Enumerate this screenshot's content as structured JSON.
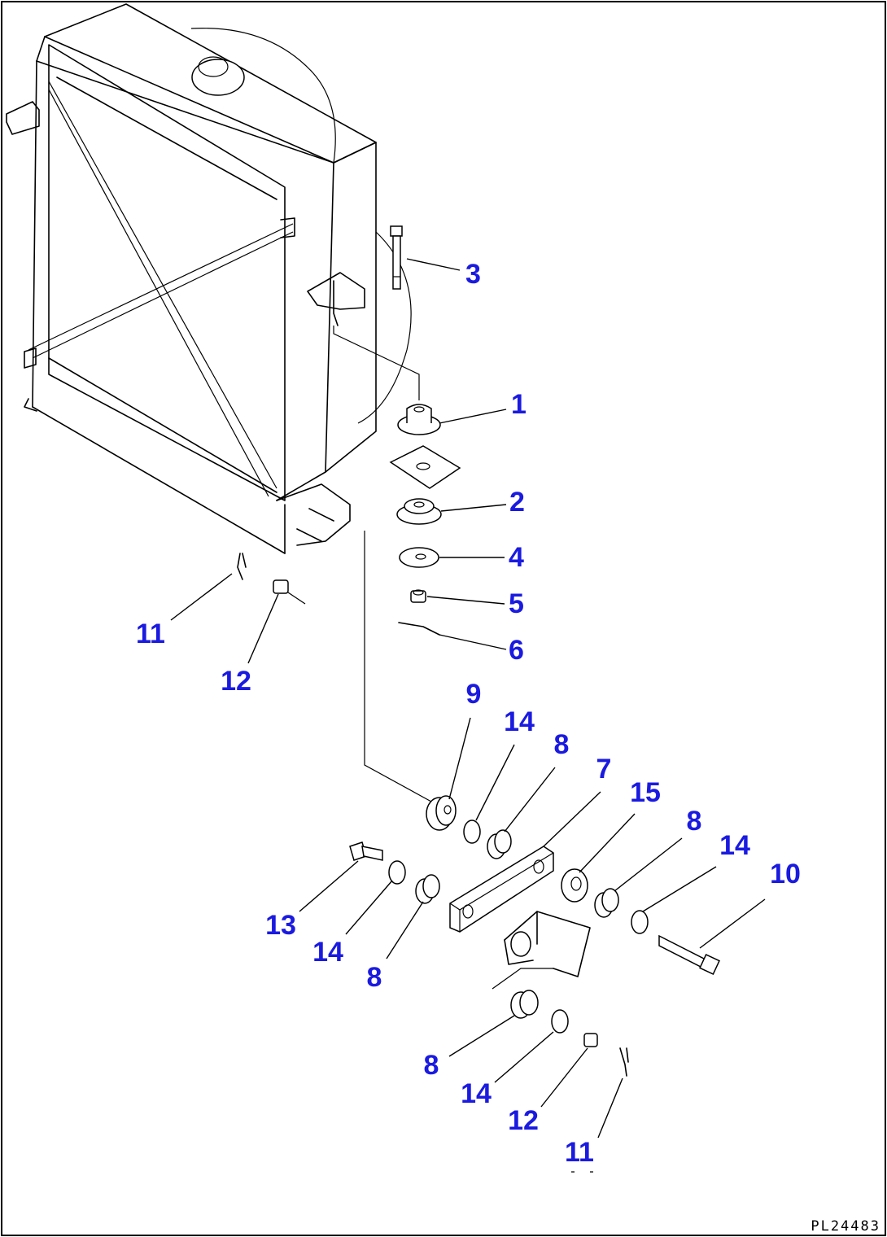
{
  "callouts": [
    {
      "label": "1"
    },
    {
      "label": "2"
    },
    {
      "label": "3"
    },
    {
      "label": "4"
    },
    {
      "label": "5"
    },
    {
      "label": "6"
    },
    {
      "label": "11"
    },
    {
      "label": "12"
    },
    {
      "label": "9"
    },
    {
      "label": "14"
    },
    {
      "label": "8"
    },
    {
      "label": "7"
    },
    {
      "label": "15"
    },
    {
      "label": "8"
    },
    {
      "label": "14"
    },
    {
      "label": "10"
    },
    {
      "label": "13"
    },
    {
      "label": "14"
    },
    {
      "label": "8"
    },
    {
      "label": "8"
    },
    {
      "label": "14"
    },
    {
      "label": "12"
    },
    {
      "label": "11"
    }
  ],
  "drawing_code": "PL24483",
  "colors": {
    "callout": "#1a1ae0",
    "line": "#000000",
    "background": "#ffffff"
  }
}
